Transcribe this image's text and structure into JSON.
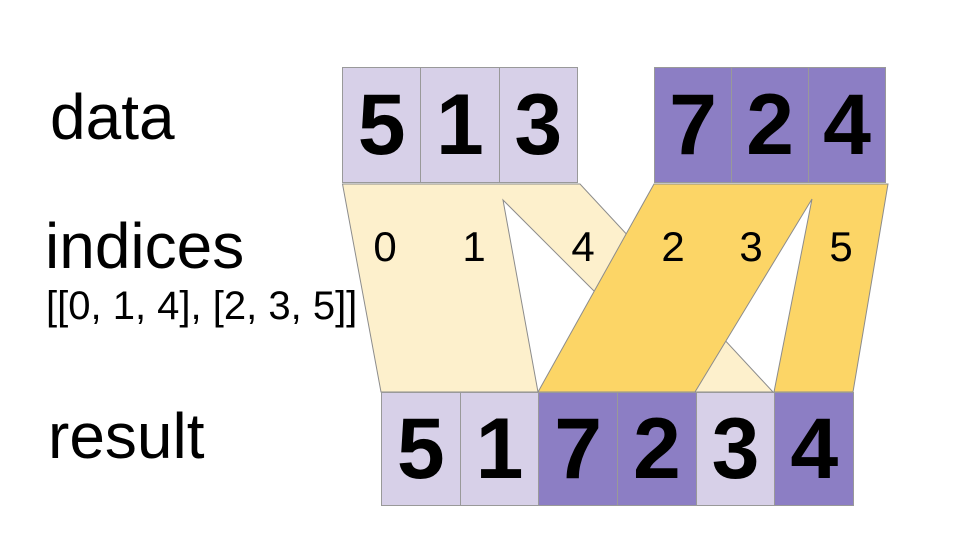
{
  "labels": {
    "data": "data",
    "indices": "indices",
    "indices_value": "[[0, 1, 4], [2, 3, 5]]",
    "result": "result"
  },
  "data_row": {
    "group1": [
      "5",
      "1",
      "3"
    ],
    "group2": [
      "7",
      "2",
      "4"
    ]
  },
  "indices_row": [
    "0",
    "1",
    "4",
    "2",
    "3",
    "5"
  ],
  "result_row": [
    "5",
    "1",
    "7",
    "2",
    "3",
    "4"
  ],
  "colors": {
    "light_purple": "#d7d0e8",
    "dark_purple": "#8c7ec4",
    "cream": "#fdf0cc",
    "gold": "#fcd566",
    "cell_border": "#999999",
    "ribbon_stroke": "#8c8c8c"
  }
}
